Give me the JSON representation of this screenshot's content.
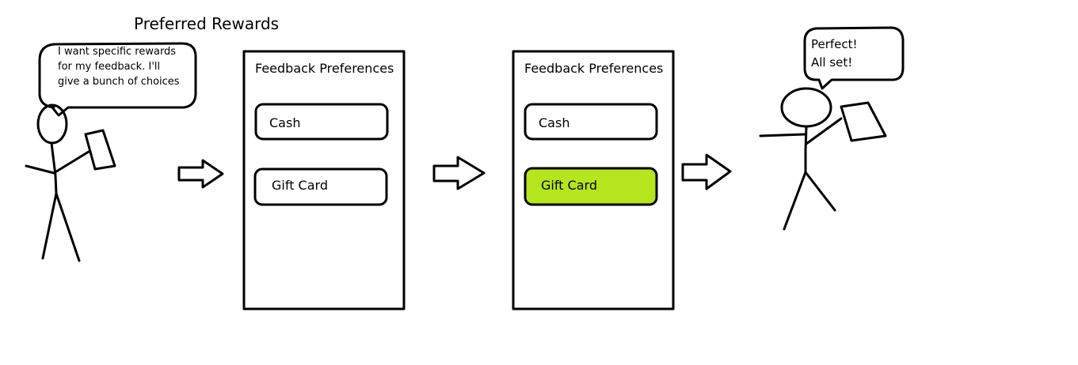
{
  "title": "Preferred Rewards",
  "left_bubble": {
    "text": "I want specific rewards\nfor my feedback. I'll\ngive a bunch of choices"
  },
  "right_bubble": {
    "text": "Perfect!\nAll set!"
  },
  "panels": [
    {
      "title": "Feedback Preferences",
      "options": [
        {
          "label": "Cash",
          "selected": false
        },
        {
          "label": "Gift Card",
          "selected": false
        }
      ]
    },
    {
      "title": "Feedback Preferences",
      "options": [
        {
          "label": "Cash",
          "selected": false
        },
        {
          "label": "Gift Card",
          "selected": true
        }
      ]
    }
  ],
  "colors": {
    "selected_fill": "#b5e61d",
    "stroke": "#000000",
    "background": "#ffffff"
  }
}
